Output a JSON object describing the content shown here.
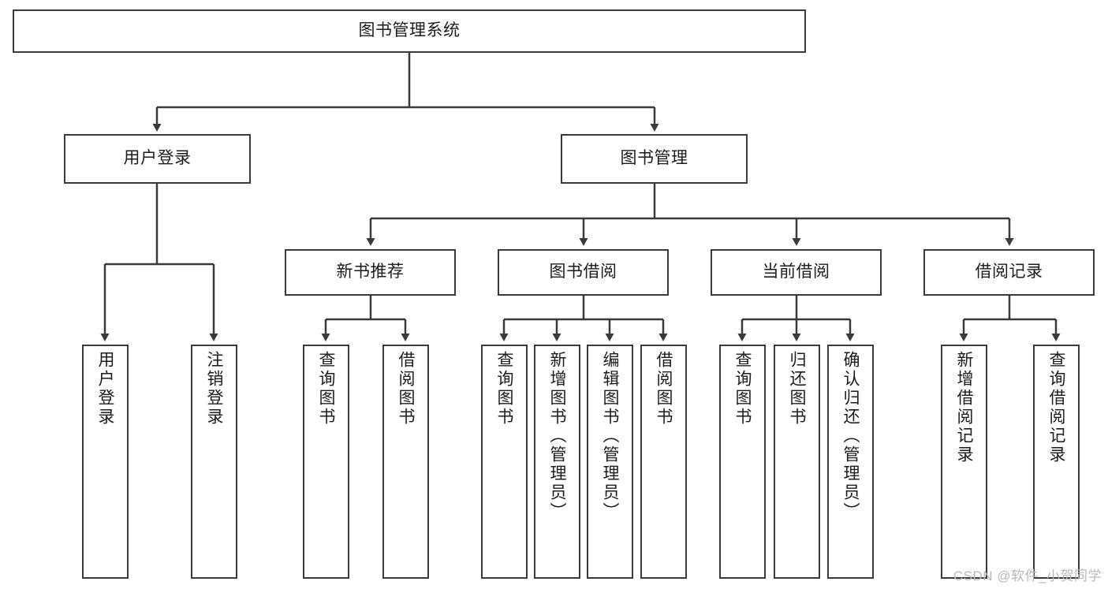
{
  "diagram": {
    "type": "tree-hierarchy-chart",
    "title": "图书管理系统",
    "levels": {
      "root": {
        "label": "图书管理系统"
      },
      "level2": [
        {
          "id": "user-login",
          "label": "用户登录"
        },
        {
          "id": "book-management",
          "label": "图书管理"
        }
      ],
      "level3": [
        {
          "id": "new-book-recommend",
          "label": "新书推荐",
          "parent": "book-management"
        },
        {
          "id": "book-borrow",
          "label": "图书借阅",
          "parent": "book-management"
        },
        {
          "id": "current-borrow",
          "label": "当前借阅",
          "parent": "book-management"
        },
        {
          "id": "borrow-record",
          "label": "借阅记录",
          "parent": "book-management"
        }
      ],
      "leaves": [
        {
          "id": "leaf-user-login",
          "label": "用户登录",
          "parent": "user-login"
        },
        {
          "id": "leaf-logout-login",
          "label": "注销登录",
          "parent": "user-login"
        },
        {
          "id": "leaf-query-book-1",
          "label": "查询图书",
          "parent": "new-book-recommend"
        },
        {
          "id": "leaf-borrow-book-1",
          "label": "借阅图书",
          "parent": "new-book-recommend"
        },
        {
          "id": "leaf-query-book-2",
          "label": "查询图书",
          "parent": "book-borrow"
        },
        {
          "id": "leaf-add-book",
          "label": "新增图书（管理员）",
          "parent": "book-borrow"
        },
        {
          "id": "leaf-edit-book",
          "label": "编辑图书（管理员）",
          "parent": "book-borrow"
        },
        {
          "id": "leaf-borrow-book-2",
          "label": "借阅图书",
          "parent": "book-borrow"
        },
        {
          "id": "leaf-query-book-3",
          "label": "查询图书",
          "parent": "current-borrow"
        },
        {
          "id": "leaf-return-book",
          "label": "归还图书",
          "parent": "current-borrow"
        },
        {
          "id": "leaf-confirm-return",
          "label": "确认归还（管理员）",
          "parent": "current-borrow"
        },
        {
          "id": "leaf-add-record",
          "label": "新增借阅记录",
          "parent": "borrow-record"
        },
        {
          "id": "leaf-query-record",
          "label": "查询借阅记录",
          "parent": "borrow-record"
        }
      ]
    }
  },
  "watermark": {
    "text": "CSDN @软件_小贺同学"
  },
  "colors": {
    "stroke": "#3a3a3a",
    "background": "#ffffff",
    "text": "#1c1c1c",
    "watermark": "#b9b9b9"
  }
}
